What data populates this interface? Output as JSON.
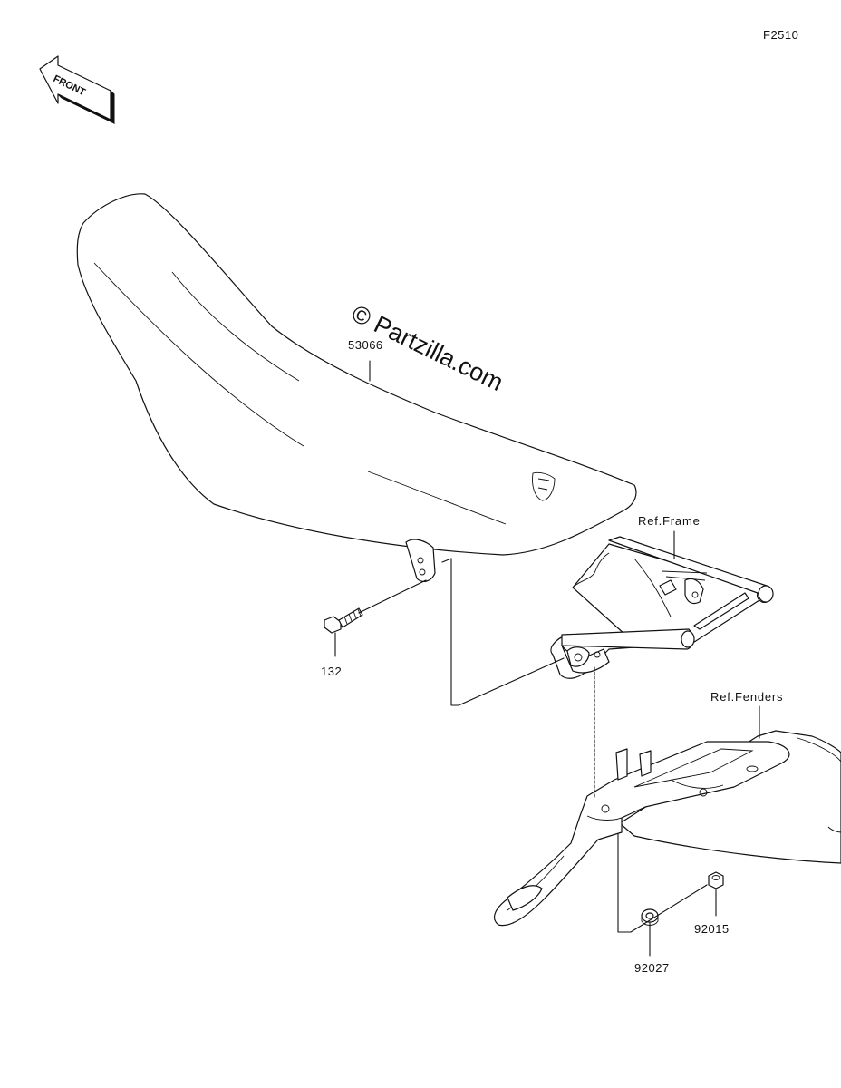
{
  "figure_code": "F2510",
  "front_arrow": {
    "label": "FRONT",
    "icon": "front-arrow-icon"
  },
  "watermark": "© Partzilla.com",
  "parts": [
    {
      "number": "53066",
      "description": "seat"
    },
    {
      "number": "132",
      "description": "bolt"
    },
    {
      "number": "92027",
      "description": "collar"
    },
    {
      "number": "92015",
      "description": "nut"
    }
  ],
  "references": [
    {
      "label": "Ref.Frame"
    },
    {
      "label": "Ref.Fenders"
    }
  ]
}
